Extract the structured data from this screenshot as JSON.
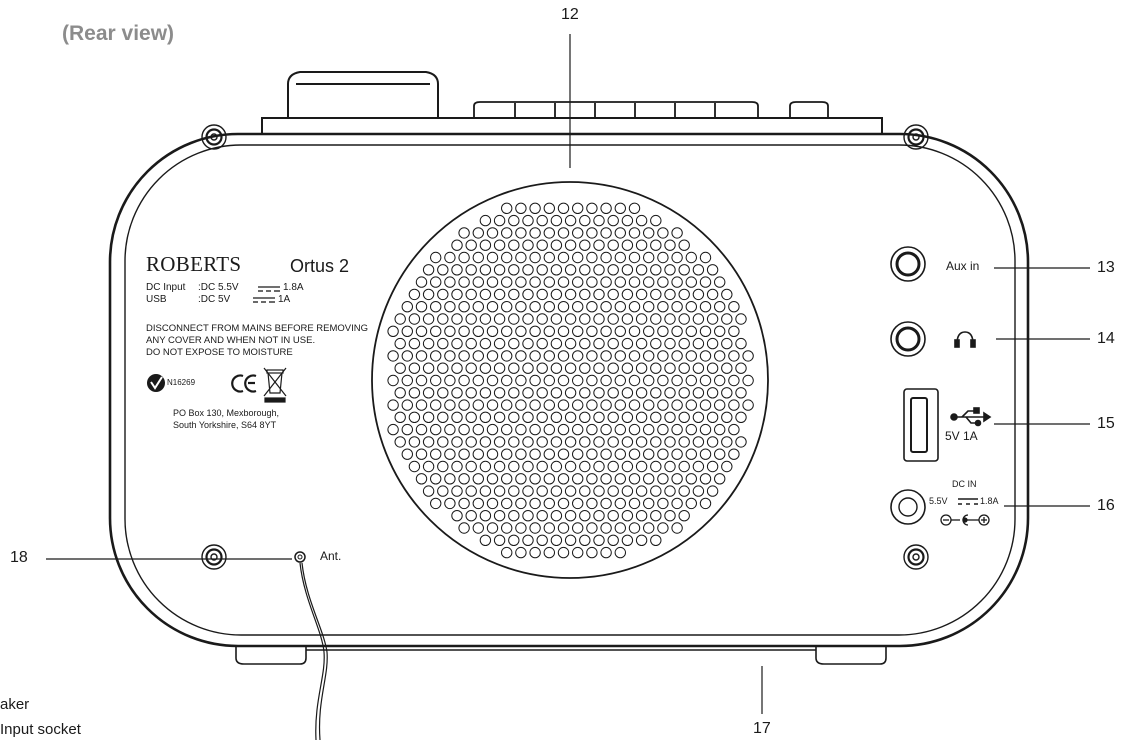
{
  "title": "(Rear view)",
  "callouts": {
    "n12": "12",
    "n13": "13",
    "n14": "14",
    "n15": "15",
    "n16": "16",
    "n17": "17",
    "n18": "18"
  },
  "port_labels": {
    "aux": "Aux in",
    "usb_rating": "5V 1A",
    "dc_in": "DC IN",
    "dc_rating_left": "5.5V",
    "dc_rating_right": "1.8A",
    "antenna": "Ant."
  },
  "rear_label": {
    "brand": "ROBERTS",
    "model": "Ortus 2",
    "dc_input_key": "DC Input",
    "dc_input_left": ":DC 5.5V",
    "dc_input_right": "1.8A",
    "usb_key": "USB",
    "usb_left": ":DC 5V",
    "usb_right": "1A",
    "warning_1": "DISCONNECT FROM MAINS BEFORE REMOVING",
    "warning_2": "ANY COVER AND WHEN NOT IN USE.",
    "warning_3": "DO NOT EXPOSE TO MOISTURE",
    "cert_code": "N16269",
    "ce_mark": "CE",
    "address_1": "PO Box 130,  Mexborough,",
    "address_2": "South Yorkshire, S64 8YT"
  },
  "legend_partial": {
    "line_1": "aker",
    "line_2": "Input socket"
  },
  "icons": [
    "headphone-icon",
    "usb-icon",
    "dc-polarity-icon",
    "weee-bin-icon",
    "rcm-check-icon"
  ]
}
